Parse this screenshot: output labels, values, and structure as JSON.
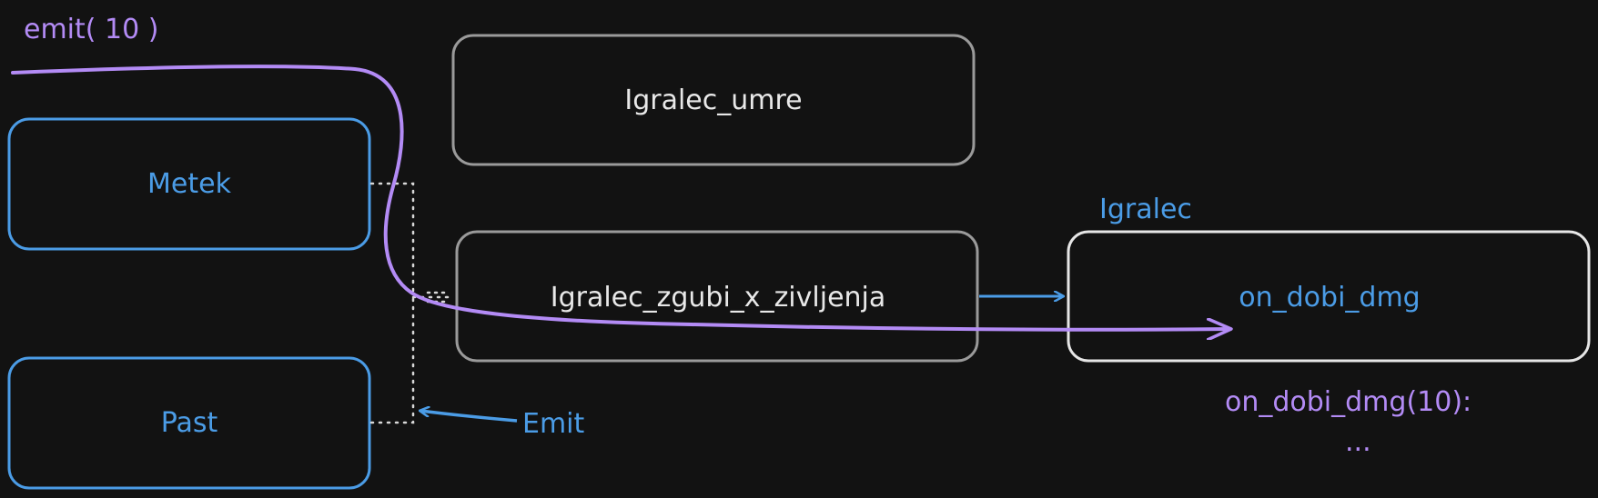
{
  "colors": {
    "background": "#121212",
    "blue": "#4b9ce6",
    "purple": "#b38bf5",
    "gray_border": "#9a9a9a",
    "white_border": "#e6e6e6",
    "text_light": "#e8e8e8",
    "dotted": "#d8d8d8"
  },
  "nodes": {
    "metek": "Metek",
    "past": "Past",
    "igralec_umre": "Igralec_umre",
    "igralec_zgubi": "Igralec_zgubi_x_zivljenja",
    "on_dobi_dmg": "on_dobi_dmg"
  },
  "labels": {
    "emit_call": "emit( 10 )",
    "emit": "Emit",
    "igralec": "Igralec",
    "handler_call": "on_dobi_dmg(10):",
    "ellipsis": "..."
  }
}
